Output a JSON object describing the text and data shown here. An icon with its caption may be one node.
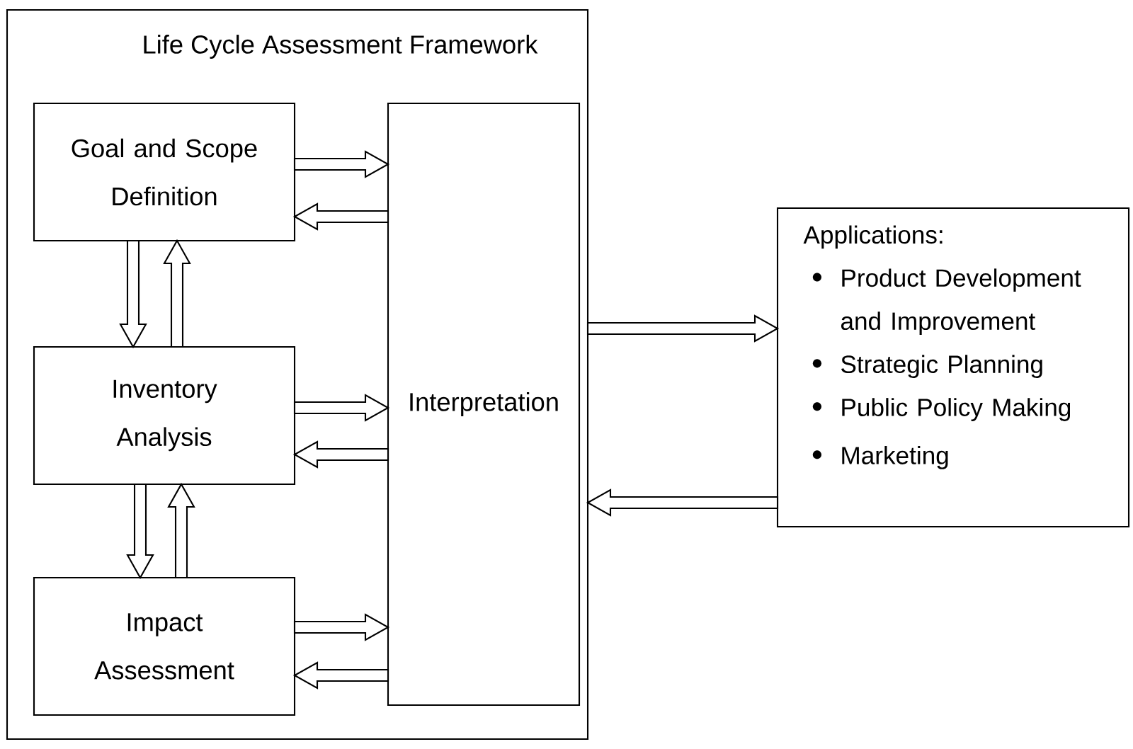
{
  "diagram": {
    "nodes": [
      {
        "text": [
          "Life Cycle Assessment Framework"
        ]
      },
      {
        "text": [
          "Goal and Scope Definition"
        ],
        "in": 0
      },
      {
        "text": [
          "Inventory Analysis"
        ],
        "in": 0
      },
      {
        "text": [
          "Impact Assessment"
        ],
        "in": 0
      },
      {
        "text": [
          "Interpretation"
        ],
        "in": 0
      },
      {
        "text": [
          "Applications:",
          "Product Development and Improvement",
          "Strategic Planning",
          "Public Policy Making",
          "Marketing"
        ]
      }
    ],
    "edges": [
      {
        "from": 1,
        "to": 4,
        "arrow": "to"
      },
      {
        "from": 4,
        "to": 1,
        "arrow": "to"
      },
      {
        "from": 1,
        "to": 2,
        "arrow": "to"
      },
      {
        "from": 2,
        "to": 1,
        "arrow": "to"
      },
      {
        "from": 2,
        "to": 4,
        "arrow": "to"
      },
      {
        "from": 4,
        "to": 2,
        "arrow": "to"
      },
      {
        "from": 2,
        "to": 3,
        "arrow": "to"
      },
      {
        "from": 3,
        "to": 2,
        "arrow": "to"
      },
      {
        "from": 3,
        "to": 4,
        "arrow": "to"
      },
      {
        "from": 4,
        "to": 3,
        "arrow": "to"
      },
      {
        "from": 0,
        "to": 5,
        "arrow": "to"
      },
      {
        "from": 5,
        "to": 0,
        "arrow": "to"
      }
    ]
  }
}
